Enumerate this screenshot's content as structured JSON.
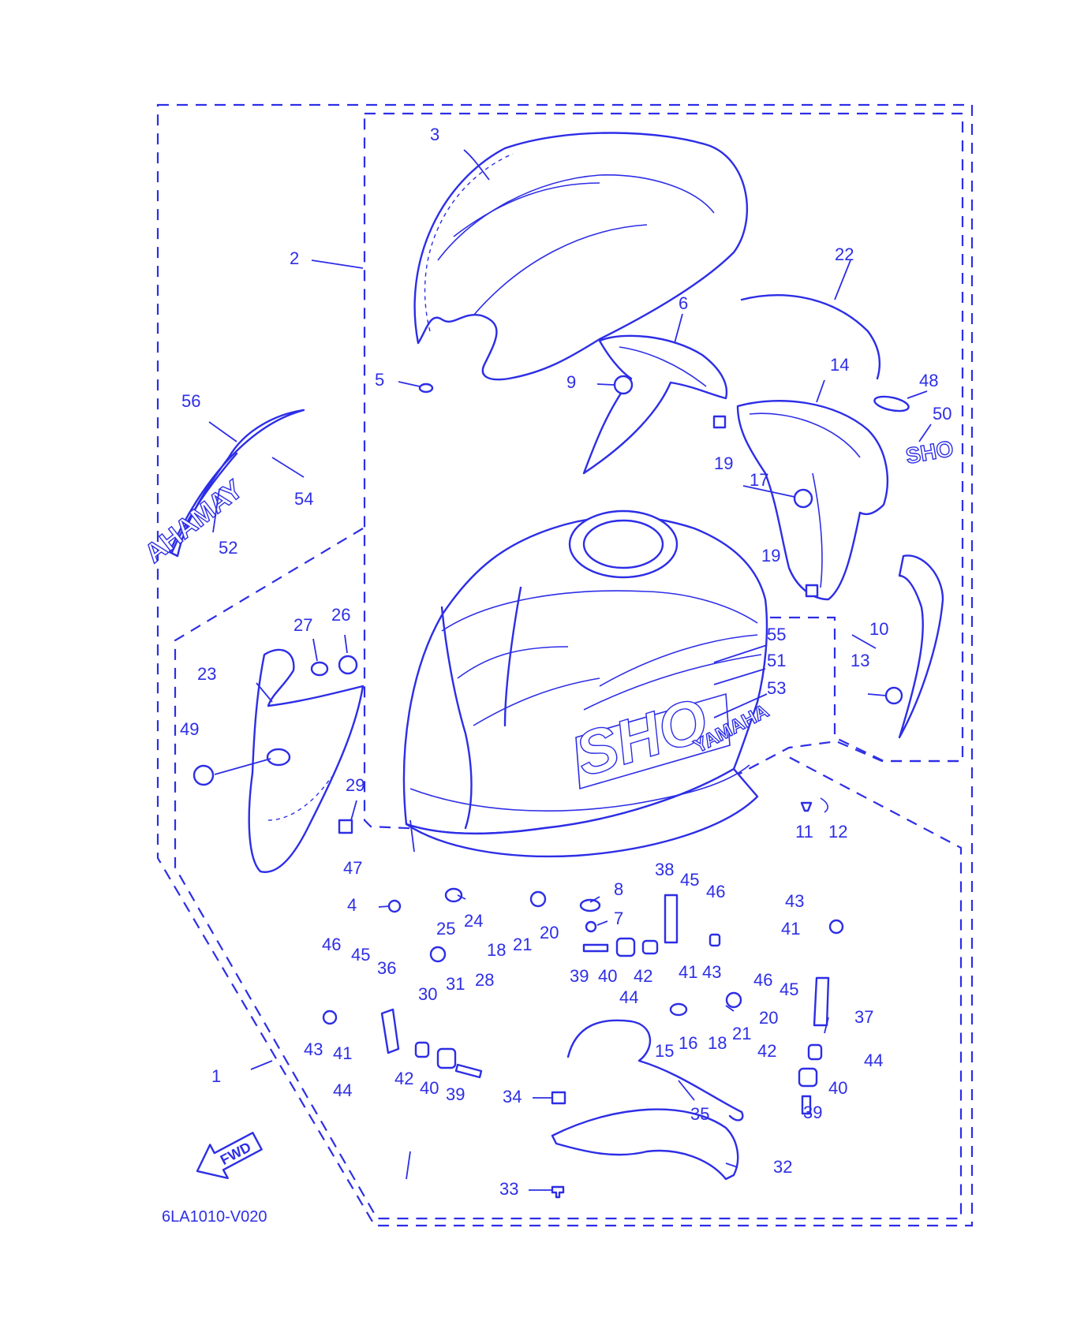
{
  "diagram_code": "6LA1010-V020",
  "fwd_arrow_label": "FWD",
  "brand_decal_text": "YAMAHA",
  "model_decal_text": "SHO",
  "model_badge_text": "SHO",
  "colors": {
    "line": "#2d2ee6",
    "background": "#ffffff"
  },
  "callouts": [
    {
      "id": "c1",
      "text": "1"
    },
    {
      "id": "c2",
      "text": "2"
    },
    {
      "id": "c3",
      "text": "3"
    },
    {
      "id": "c4",
      "text": "4"
    },
    {
      "id": "c5",
      "text": "5"
    },
    {
      "id": "c6",
      "text": "6"
    },
    {
      "id": "c7",
      "text": "7"
    },
    {
      "id": "c8",
      "text": "8"
    },
    {
      "id": "c9",
      "text": "9"
    },
    {
      "id": "c10",
      "text": "10"
    },
    {
      "id": "c11",
      "text": "11"
    },
    {
      "id": "c12",
      "text": "12"
    },
    {
      "id": "c13",
      "text": "13"
    },
    {
      "id": "c14",
      "text": "14"
    },
    {
      "id": "c15",
      "text": "15"
    },
    {
      "id": "c16",
      "text": "16"
    },
    {
      "id": "c17",
      "text": "17"
    },
    {
      "id": "c18a",
      "text": "18"
    },
    {
      "id": "c18b",
      "text": "18"
    },
    {
      "id": "c19a",
      "text": "19"
    },
    {
      "id": "c19b",
      "text": "19"
    },
    {
      "id": "c20a",
      "text": "20"
    },
    {
      "id": "c20b",
      "text": "20"
    },
    {
      "id": "c21a",
      "text": "21"
    },
    {
      "id": "c21b",
      "text": "21"
    },
    {
      "id": "c22",
      "text": "22"
    },
    {
      "id": "c23",
      "text": "23"
    },
    {
      "id": "c24",
      "text": "24"
    },
    {
      "id": "c25",
      "text": "25"
    },
    {
      "id": "c26",
      "text": "26"
    },
    {
      "id": "c27",
      "text": "27"
    },
    {
      "id": "c28",
      "text": "28"
    },
    {
      "id": "c29",
      "text": "29"
    },
    {
      "id": "c30",
      "text": "30"
    },
    {
      "id": "c31",
      "text": "31"
    },
    {
      "id": "c32",
      "text": "32"
    },
    {
      "id": "c33",
      "text": "33"
    },
    {
      "id": "c34",
      "text": "34"
    },
    {
      "id": "c35",
      "text": "35"
    },
    {
      "id": "c36",
      "text": "36"
    },
    {
      "id": "c37",
      "text": "37"
    },
    {
      "id": "c38",
      "text": "38"
    },
    {
      "id": "c39a",
      "text": "39"
    },
    {
      "id": "c39b",
      "text": "39"
    },
    {
      "id": "c39c",
      "text": "39"
    },
    {
      "id": "c40a",
      "text": "40"
    },
    {
      "id": "c40b",
      "text": "40"
    },
    {
      "id": "c40c",
      "text": "40"
    },
    {
      "id": "c41a",
      "text": "41"
    },
    {
      "id": "c41b",
      "text": "41"
    },
    {
      "id": "c41c",
      "text": "41"
    },
    {
      "id": "c42a",
      "text": "42"
    },
    {
      "id": "c42b",
      "text": "42"
    },
    {
      "id": "c42c",
      "text": "42"
    },
    {
      "id": "c43a",
      "text": "43"
    },
    {
      "id": "c43b",
      "text": "43"
    },
    {
      "id": "c43c",
      "text": "43"
    },
    {
      "id": "c44a",
      "text": "44"
    },
    {
      "id": "c44b",
      "text": "44"
    },
    {
      "id": "c44c",
      "text": "44"
    },
    {
      "id": "c45a",
      "text": "45"
    },
    {
      "id": "c45b",
      "text": "45"
    },
    {
      "id": "c45c",
      "text": "45"
    },
    {
      "id": "c46a",
      "text": "46"
    },
    {
      "id": "c46b",
      "text": "46"
    },
    {
      "id": "c46c",
      "text": "46"
    },
    {
      "id": "c47",
      "text": "47"
    },
    {
      "id": "c48",
      "text": "48"
    },
    {
      "id": "c49",
      "text": "49"
    },
    {
      "id": "c50",
      "text": "50"
    },
    {
      "id": "c51",
      "text": "51"
    },
    {
      "id": "c52",
      "text": "52"
    },
    {
      "id": "c53",
      "text": "53"
    },
    {
      "id": "c54",
      "text": "54"
    },
    {
      "id": "c55",
      "text": "55"
    },
    {
      "id": "c56",
      "text": "56"
    }
  ]
}
